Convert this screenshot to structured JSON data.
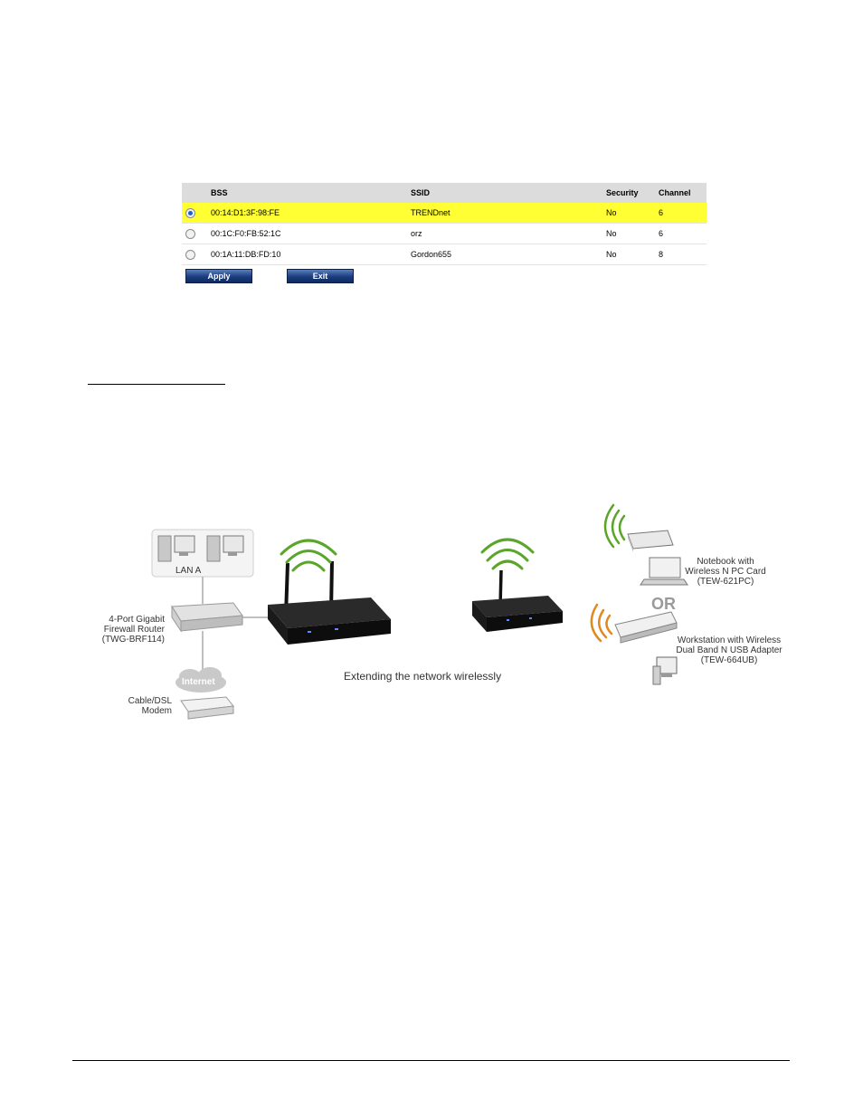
{
  "survey": {
    "headers": {
      "bss": "BSS",
      "ssid": "SSID",
      "security": "Security",
      "channel": "Channel"
    },
    "rows": [
      {
        "bss": "00:14:D1:3F:98:FE",
        "ssid": "TRENDnet",
        "security": "No",
        "channel": "6",
        "selected": true
      },
      {
        "bss": "00:1C:F0:FB:52:1C",
        "ssid": "orz",
        "security": "No",
        "channel": "6",
        "selected": false
      },
      {
        "bss": "00:1A:11:DB:FD:10",
        "ssid": "Gordon655",
        "security": "No",
        "channel": "8",
        "selected": false
      }
    ],
    "apply_label": "Apply",
    "exit_label": "Exit"
  },
  "diagram": {
    "lan_label": "LAN A",
    "router_label": [
      "4-Port Gigabit",
      "Firewall Router",
      "(TWG-BRF114)"
    ],
    "internet_label": "Internet",
    "modem_label": [
      "Cable/DSL",
      "Modem"
    ],
    "notebook_label": [
      "Notebook with",
      "Wireless N PC Card",
      "(TEW-621PC)"
    ],
    "or_label": "OR",
    "workstation_label": [
      "Workstation with Wireless",
      "Dual Band N USB Adapter",
      "(TEW-664UB)"
    ],
    "caption": "Extending the network wirelessly",
    "highlight_color": "#ffff33",
    "wifi_color": "#5aa52a",
    "usb_wifi_color": "#e08a1e"
  }
}
